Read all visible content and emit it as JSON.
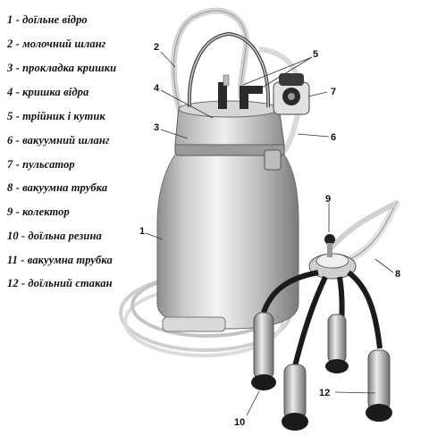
{
  "legend": [
    {
      "num": "1",
      "text": "1 - доїльне відро"
    },
    {
      "num": "2",
      "text": "2 - молочний шланг"
    },
    {
      "num": "3",
      "text": "3 - прокладка кришки"
    },
    {
      "num": "4",
      "text": "4 - кришка відра"
    },
    {
      "num": "5",
      "text": "5 - трійник і кутик"
    },
    {
      "num": "6",
      "text": "6 - вакуумний шланг"
    },
    {
      "num": "7",
      "text": "7 - пульсатор"
    },
    {
      "num": "8",
      "text": "8 - вакуумна трубка"
    },
    {
      "num": "9",
      "text": "9 - колектор"
    },
    {
      "num": "10",
      "text": "10 - доїльна резина"
    },
    {
      "num": "11",
      "text": "11 - вакуумна трубка"
    },
    {
      "num": "12",
      "text": "12 - доїльний стакан"
    }
  ],
  "callouts": [
    "1",
    "2",
    "3",
    "4",
    "5",
    "6",
    "7",
    "8",
    "9",
    "10",
    "12"
  ],
  "colors": {
    "steel_light": "#e6e6e6",
    "steel_mid": "#b7b7b7",
    "steel_dark": "#6f6f6f",
    "rubber": "#1b1b1b",
    "hose": "#d9d9d9"
  }
}
